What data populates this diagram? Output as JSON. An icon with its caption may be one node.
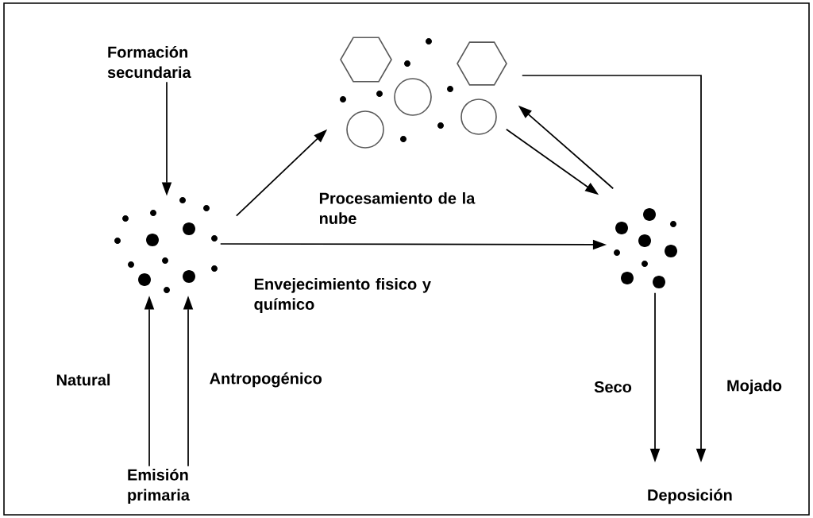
{
  "diagram": {
    "nodes": [
      {
        "text": [
          "Formación secundaria"
        ]
      },
      {
        "text": [],
        "shape": "picture"
      },
      {
        "text": [],
        "shape": "picture"
      },
      {
        "text": [],
        "shape": "picture"
      },
      {
        "text": [
          "Emisión primaria"
        ]
      },
      {
        "text": [
          "Deposición"
        ]
      }
    ],
    "edges": [
      {
        "from": 0,
        "to": 1,
        "arrow": "to"
      },
      {
        "from": 4,
        "to": 1,
        "arrow": "to",
        "label": "Natural"
      },
      {
        "from": 4,
        "to": 1,
        "arrow": "to",
        "label": "Antropogénico"
      },
      {
        "from": 1,
        "to": 2,
        "arrow": "to"
      },
      {
        "from": 1,
        "to": 3,
        "arrow": "to",
        "label": "Envejecimiento fisico y químico"
      },
      {
        "from": 2,
        "to": 3,
        "arrow": "to"
      },
      {
        "from": 3,
        "to": 2,
        "arrow": "to"
      },
      {
        "from": 3,
        "to": 5,
        "arrow": "to",
        "label": "Seco"
      },
      {
        "from": 2,
        "to": 5,
        "arrow": "to",
        "label": "Mojado"
      }
    ],
    "labels": [
      "Procesamiento de la nube"
    ]
  }
}
